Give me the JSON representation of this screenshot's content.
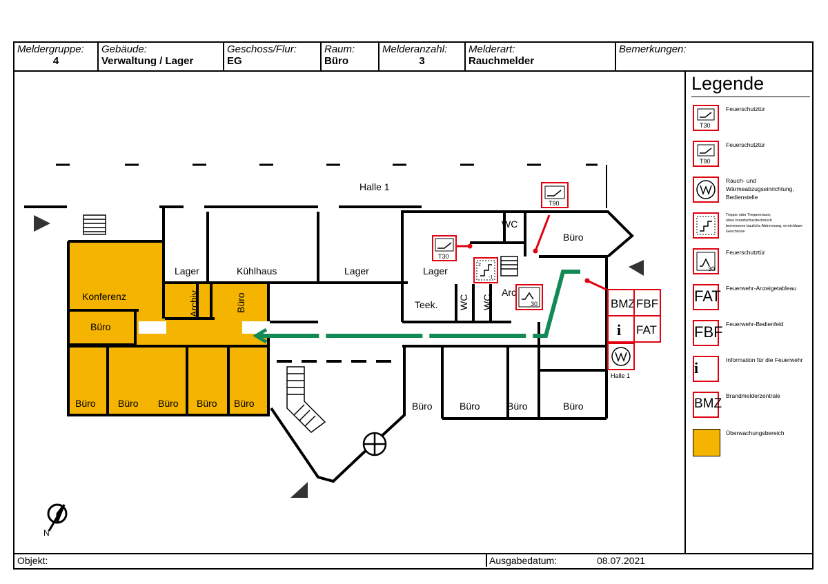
{
  "header": {
    "meldergruppe": {
      "label": "Meldergruppe:",
      "value": "4"
    },
    "gebaeude": {
      "label": "Gebäude:",
      "value": "Verwaltung / Lager"
    },
    "geschoss": {
      "label": "Geschoss/Flur:",
      "value": "EG"
    },
    "raum": {
      "label": "Raum:",
      "value": "Büro"
    },
    "melderanzahl": {
      "label": "Melderanzahl:",
      "value": "3"
    },
    "melderart": {
      "label": "Melderart:",
      "value": "Rauchmelder"
    },
    "bemerkungen": {
      "label": "Bemerkungen:",
      "value": ""
    }
  },
  "legend": {
    "title": "Legende",
    "items": [
      {
        "symbol": "T30",
        "text": "Feuerschutztür"
      },
      {
        "symbol": "T90",
        "text": "Feuerschutztür"
      },
      {
        "symbol": "RWA",
        "text": "Rauch- und Wärmeabzugseinrichtung, Bedienstelle"
      },
      {
        "symbol": "stair",
        "text_lines": [
          "Treppe oder Treppenraum;",
          "ohne brandschutztechnisch",
          "bemessene bauliche Abtrennung, erreichbare Geschosse"
        ]
      },
      {
        "symbol": "30",
        "text": "Feuerschutztür"
      },
      {
        "symbol": "FAT",
        "text": "Feuerwehr-Anzeigetableau"
      },
      {
        "symbol": "FBF",
        "text": "Feuerwehr-Bedienfeld"
      },
      {
        "symbol": "i",
        "text": "Information für die Feuerwehr"
      },
      {
        "symbol": "BMZ",
        "text": "Brandmelderzentrale"
      },
      {
        "symbol": "area",
        "text": "Überwachungsbereich"
      }
    ]
  },
  "plan": {
    "halle": "Halle 1",
    "rooms": {
      "lager1": "Lager",
      "kuehlhaus": "Kühlhaus",
      "lager2": "Lager",
      "lager3": "Lager",
      "konferenz": "Konferenz",
      "buero_left": "Büro",
      "archiv": "Archiv",
      "buero_vert": "Büro",
      "buero_b1": "Büro",
      "buero_b2": "Büro",
      "buero_b3": "Büro",
      "buero_b4": "Büro",
      "buero_b5": "Büro",
      "teek": "Teek.",
      "wc1": "WC",
      "wc2": "WC",
      "wc3": "WC",
      "arc": "Arc",
      "buero_r1": "Büro",
      "buero_r2": "Büro",
      "buero_r3": "Büro",
      "buero_r4": "Büro",
      "buero_r5": "Büro"
    },
    "symbols": {
      "t30": "T30",
      "t90": "T90",
      "s30": "30",
      "stair_top": "2",
      "stair_bottom": "-1",
      "bmz": "BMZ",
      "fbf": "FBF",
      "info": "i",
      "fat": "FAT",
      "rwa_label": "Halle 1"
    }
  },
  "colors": {
    "monitored": "#f4b400",
    "route": "#138a55",
    "symbol_red": "#e0000f"
  },
  "footer": {
    "objekt_label": "Objekt:",
    "ausgabe_label": "Ausgabedatum:",
    "ausgabe_value": "08.07.2021"
  }
}
